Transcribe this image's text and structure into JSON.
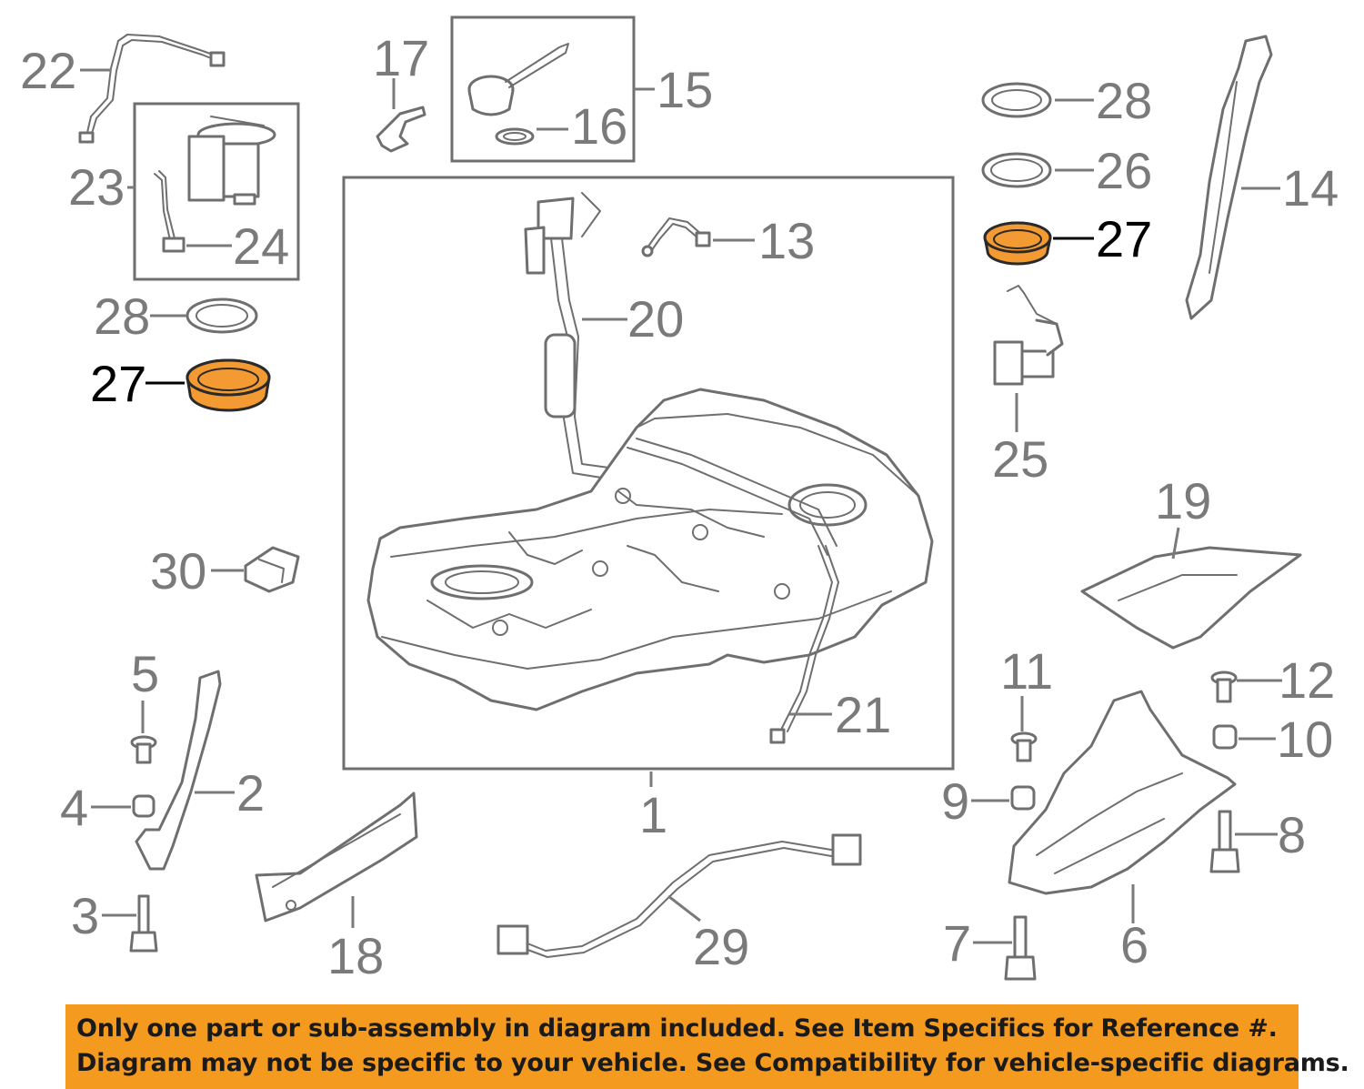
{
  "callouts": {
    "c1": "1",
    "c2": "2",
    "c3": "3",
    "c4": "4",
    "c5": "5",
    "c6": "6",
    "c7": "7",
    "c8": "8",
    "c9": "9",
    "c10": "10",
    "c11": "11",
    "c12": "12",
    "c13": "13",
    "c14": "14",
    "c15": "15",
    "c16": "16",
    "c17": "17",
    "c18": "18",
    "c19": "19",
    "c20": "20",
    "c21": "21",
    "c22": "22",
    "c23": "23",
    "c24": "24",
    "c25": "25",
    "c26": "26",
    "c27": "27",
    "c28": "28",
    "c29": "29",
    "c30": "30"
  },
  "highlight": {
    "part": "27",
    "color": "#f39a33"
  },
  "notice": {
    "line1": "Only one part or sub-assembly in diagram included. See Item Specifics for Reference #.",
    "line2": "Diagram may not be specific to your vehicle. See Compatibility for vehicle-specific diagrams.",
    "background": "#f39a1f"
  }
}
